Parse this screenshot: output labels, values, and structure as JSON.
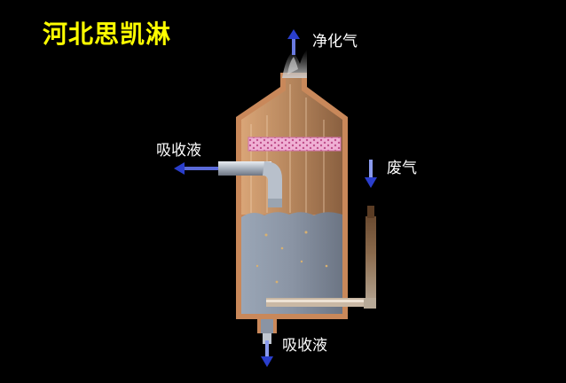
{
  "brand": "河北思凯淋",
  "labels": {
    "purified_gas": "净化气",
    "absorbent_in": "吸收液",
    "waste_gas": "废气",
    "absorbent_out": "吸收液"
  },
  "colors": {
    "background": "#000000",
    "brand": "#ffff00",
    "vessel_wall": "#c9885a",
    "gas_fill": "#b88a62",
    "liquid": "#8a96a8",
    "packing": "#e8a0c8",
    "arrow": "#2a3ecc"
  },
  "icons": [
    "up-arrow-icon",
    "down-arrow-icon",
    "left-arrow-icon"
  ]
}
